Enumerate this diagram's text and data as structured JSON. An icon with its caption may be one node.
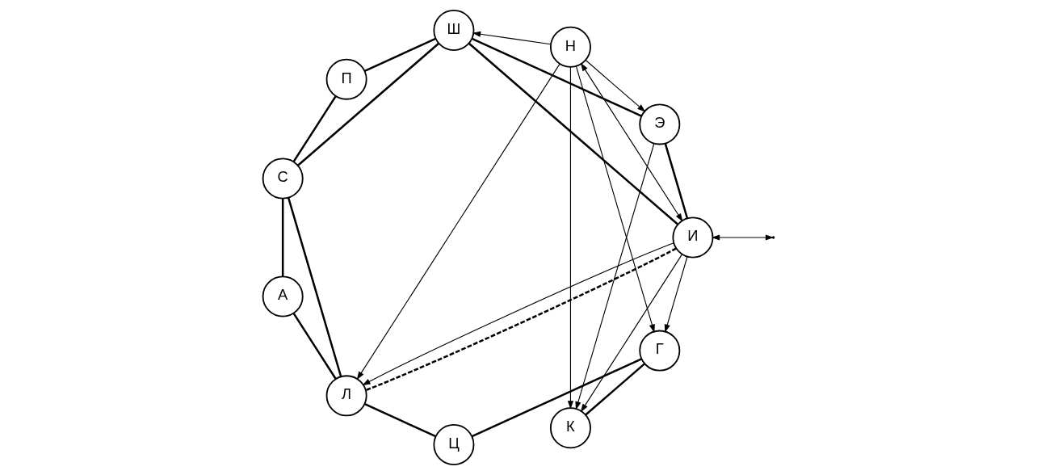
{
  "diagram": {
    "nodes": [
      {
        "text": [
          "Ц"
        ]
      },
      {
        "text": [
          "Г"
        ]
      },
      {
        "text": [
          "Л"
        ]
      },
      {
        "text": [
          "К"
        ]
      },
      {
        "text": [
          "А"
        ]
      },
      {
        "text": [
          "Н"
        ]
      },
      {
        "text": [
          "С"
        ]
      },
      {
        "text": [
          "И"
        ]
      },
      {
        "text": [
          "П"
        ]
      },
      {
        "text": [
          "Э"
        ]
      },
      {
        "text": [
          "Ш"
        ]
      }
    ],
    "edges": [
      {
        "from": 1,
        "to": 0,
        "arrow": "none"
      },
      {
        "from": 0,
        "to": 2,
        "arrow": "none"
      },
      {
        "from": 3,
        "to": 1,
        "arrow": "none"
      },
      {
        "from": 2,
        "to": 4,
        "arrow": "none"
      },
      {
        "from": 2,
        "to": 6,
        "arrow": "none"
      },
      {
        "from": 4,
        "to": 6,
        "arrow": "none"
      },
      {
        "from": 6,
        "to": 8,
        "arrow": "none"
      },
      {
        "from": 6,
        "to": 10,
        "arrow": "none"
      },
      {
        "from": 8,
        "to": 10,
        "arrow": "none"
      },
      {
        "from": 7,
        "to": 2,
        "arrow": "none",
        "style": "dashed"
      },
      {
        "from": 7,
        "to": 9,
        "arrow": "none"
      },
      {
        "from": 7,
        "to": 10,
        "arrow": "none"
      },
      {
        "from": 9,
        "to": 10,
        "arrow": "none"
      },
      {
        "from": 5,
        "to": 2,
        "arrow": "to"
      },
      {
        "from": 7,
        "to": 2,
        "arrow": "to"
      },
      {
        "from": 7,
        "to": null,
        "arrow": "both"
      },
      {
        "from": 5,
        "to": 7,
        "arrow": "both"
      },
      {
        "from": 5,
        "to": 3,
        "arrow": "to"
      },
      {
        "from": 7,
        "to": 3,
        "arrow": "to"
      },
      {
        "from": 7,
        "to": 1,
        "arrow": "to"
      },
      {
        "from": 5,
        "to": 1,
        "arrow": "to"
      },
      {
        "from": 9,
        "to": 3,
        "arrow": "to"
      },
      {
        "from": 5,
        "to": 9,
        "arrow": "to"
      },
      {
        "from": 5,
        "to": 10,
        "arrow": "to"
      }
    ]
  }
}
